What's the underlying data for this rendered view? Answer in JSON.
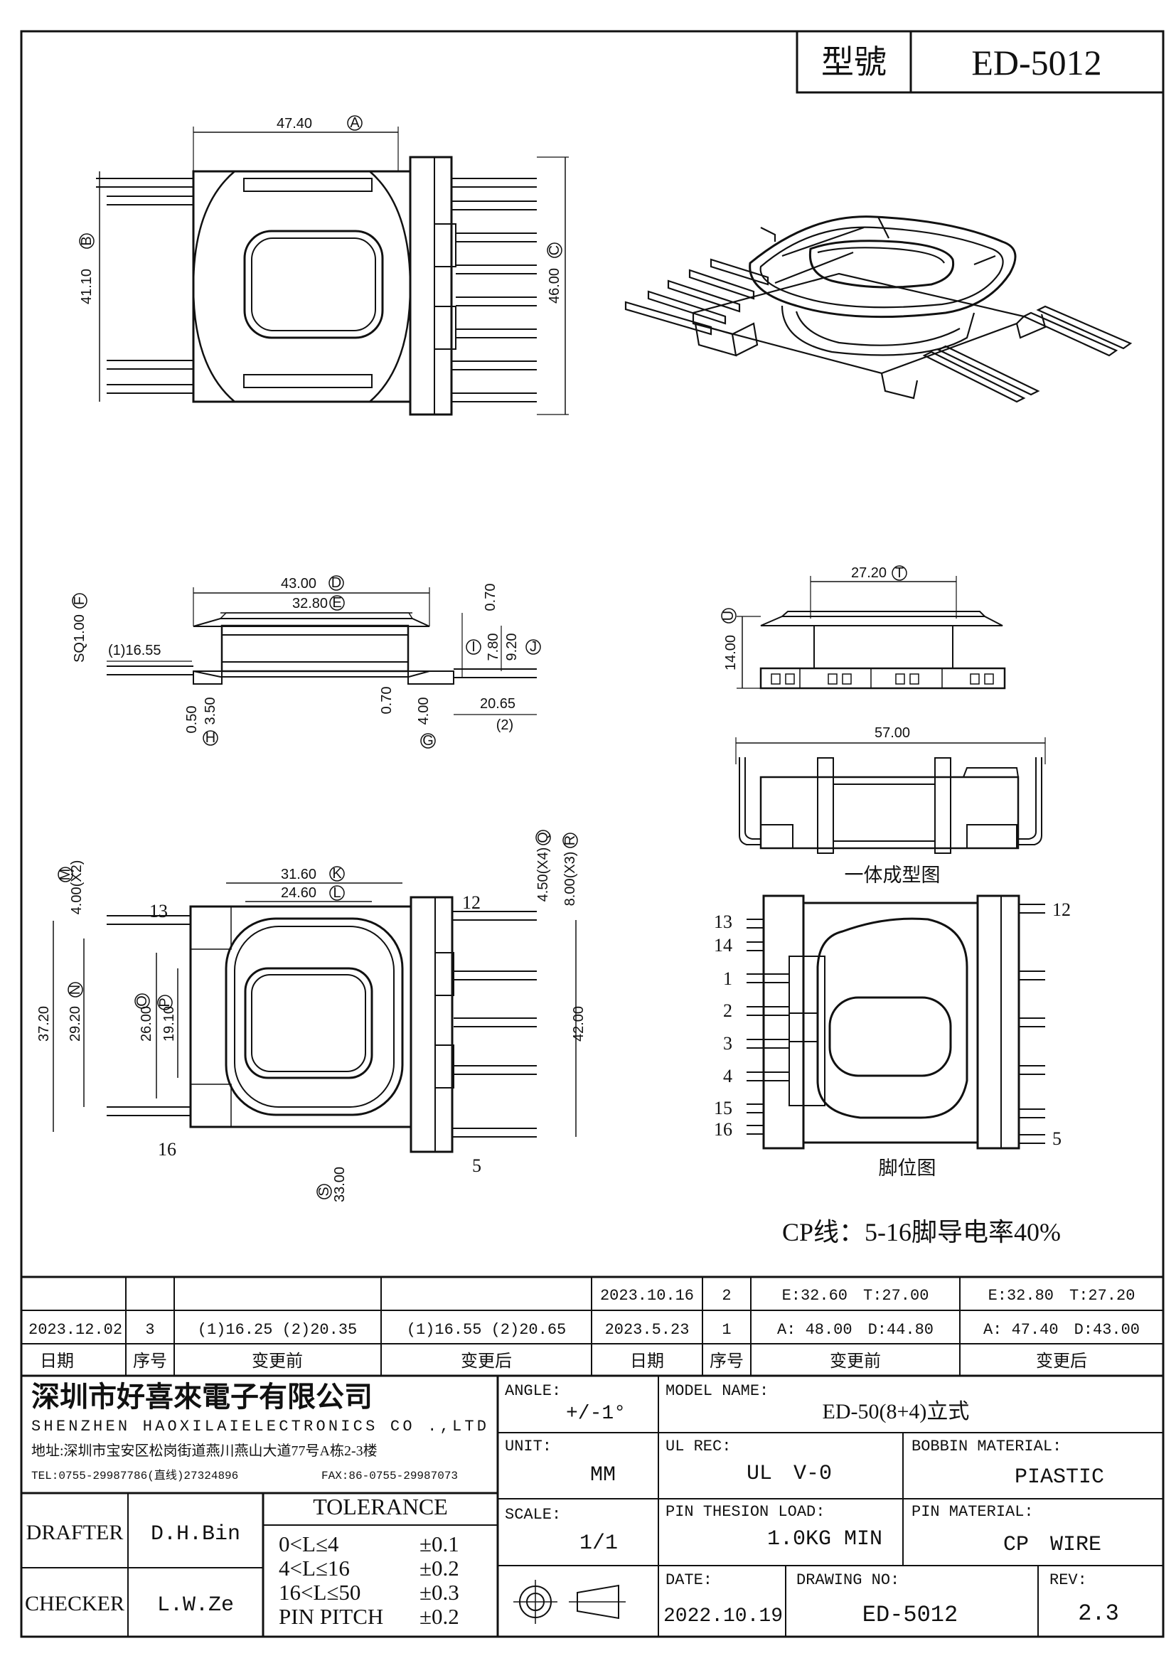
{
  "header": {
    "model_label": "型號",
    "model_value": "ED-5012"
  },
  "dims": {
    "a": "47.40",
    "b": "41.10",
    "c": "46.00",
    "d": "43.00",
    "e": "32.80",
    "f": "SQ1.00",
    "g": "4.00",
    "h": "3.50",
    "i": "7.80",
    "j": "9.20",
    "k": "31.60",
    "l": "24.60",
    "m": "4.00(X2)",
    "n": "29.20",
    "o": "26.00",
    "p": "19.10",
    "q": "4.50(X4)",
    "r": "8.00(X3)",
    "s": "33.00",
    "t": "27.20",
    "u": "14.00",
    "v_16_55": "(1)16.55",
    "v_20_65": "20.65",
    "v_2": "(2)",
    "v_0_70a": "0.70",
    "v_0_70b": "0.70",
    "v_0_50": "0.50",
    "v_37_20": "37.20",
    "v_42_00": "42.00",
    "v_57_00": "57.00"
  },
  "bottom_view_pins": {
    "p13": "13",
    "p12": "12",
    "p16": "16",
    "p5": "5"
  },
  "pin_map": {
    "left": [
      "13",
      "14",
      "1",
      "2",
      "3",
      "4",
      "15",
      "16"
    ],
    "right_top": "12",
    "right_bottom": "5"
  },
  "captions": {
    "one_piece": "一体成型图",
    "pin_map": "脚位图",
    "cp_note": "CP线：5-16脚导电率40%"
  },
  "revisions": {
    "header": {
      "date": "日期",
      "seq": "序号",
      "before": "变更前",
      "after": "变更后"
    },
    "left": [
      {
        "date": "2023.12.02",
        "seq": "3",
        "before": "(1)16.25 (2)20.35",
        "after": "(1)16.55 (2)20.65"
      }
    ],
    "right": [
      {
        "date": "2023.10.16",
        "seq": "2",
        "before": "E:32.60　T:27.00",
        "after": "E:32.80　T:27.20"
      },
      {
        "date": "2023.5.23",
        "seq": "1",
        "before": "A: 48.00　D:44.80",
        "after": "A: 47.40　D:43.00"
      }
    ]
  },
  "company": {
    "name_cn": "深圳市好喜來電子有限公司",
    "name_en": "SHENZHEN HAOXILAIELECTRONICS CO .,LTD",
    "address": "地址:深圳市宝安区松岗街道燕川燕山大道77号A栋2-3楼",
    "tel": "TEL:0755-29987786(直线)27324896",
    "fax": "FAX:86-0755-29987073"
  },
  "title_block": {
    "angle_label": "ANGLE:",
    "angle_value": "+/-1°",
    "model_name_label": "MODEL NAME:",
    "model_name_value": "ED-50(8+4)立式",
    "unit_label": "UNIT:",
    "unit_value": "MM",
    "ul_label": "UL REC:",
    "ul_value": "UL　V-0",
    "bobbin_label": "BOBBIN MATERIAL:",
    "bobbin_value": "PIASTIC",
    "scale_label": "SCALE:",
    "scale_value": "1/1",
    "pin_load_label": "PIN THESION LOAD:",
    "pin_load_value": "1.0KG MIN",
    "pin_material_label": "PIN MATERIAL:",
    "pin_material_value": "CP　WIRE",
    "date_label": "DATE:",
    "date_value": "2022.10.19",
    "drawing_no_label": "DRAWING NO:",
    "drawing_no_value": "ED-5012",
    "rev_label": "REV:",
    "rev_value": "2.3",
    "drafter_label": "DRAFTER",
    "drafter_value": "D.H.Bin",
    "checker_label": "CHECKER",
    "checker_value": "L.W.Ze",
    "tolerance_title": "TOLERANCE",
    "tolerance": [
      {
        "range": "0<L≤4",
        "tol": "±0.1"
      },
      {
        "range": "4<L≤16",
        "tol": "±0.2"
      },
      {
        "range": "16<L≤50",
        "tol": "±0.3"
      },
      {
        "range": "PIN PITCH",
        "tol": "±0.2"
      }
    ]
  }
}
